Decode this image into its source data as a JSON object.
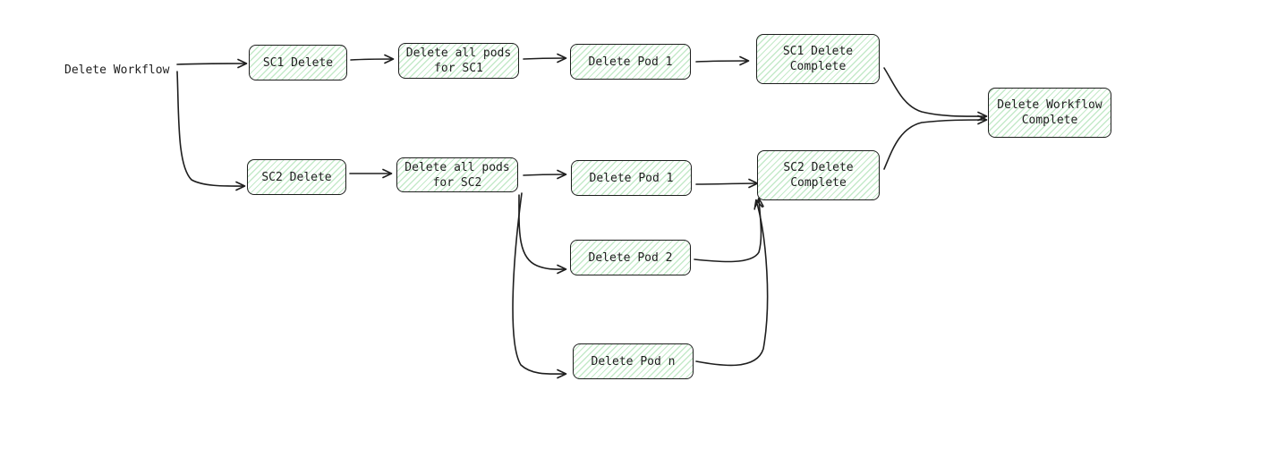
{
  "diagram": {
    "start_label": "Delete Workflow",
    "nodes": {
      "sc1_delete": "SC1 Delete",
      "sc1_delete_all_pods": "Delete all pods\nfor SC1",
      "sc1_delete_pod_1": "Delete Pod 1",
      "sc1_delete_complete": "SC1 Delete\nComplete",
      "sc2_delete": "SC2 Delete",
      "sc2_delete_all_pods": "Delete all pods\nfor SC2",
      "sc2_delete_pod_1": "Delete Pod 1",
      "sc2_delete_pod_2": "Delete Pod 2",
      "sc2_delete_pod_n": "Delete Pod n",
      "sc2_delete_complete": "SC2 Delete\nComplete",
      "workflow_complete": "Delete Workflow\nComplete"
    },
    "edges": [
      {
        "from": "start_label",
        "to": "sc1_delete"
      },
      {
        "from": "start_label",
        "to": "sc2_delete"
      },
      {
        "from": "sc1_delete",
        "to": "sc1_delete_all_pods"
      },
      {
        "from": "sc1_delete_all_pods",
        "to": "sc1_delete_pod_1"
      },
      {
        "from": "sc1_delete_pod_1",
        "to": "sc1_delete_complete"
      },
      {
        "from": "sc1_delete_complete",
        "to": "workflow_complete"
      },
      {
        "from": "sc2_delete",
        "to": "sc2_delete_all_pods"
      },
      {
        "from": "sc2_delete_all_pods",
        "to": "sc2_delete_pod_1"
      },
      {
        "from": "sc2_delete_all_pods",
        "to": "sc2_delete_pod_2"
      },
      {
        "from": "sc2_delete_all_pods",
        "to": "sc2_delete_pod_n"
      },
      {
        "from": "sc2_delete_pod_1",
        "to": "sc2_delete_complete"
      },
      {
        "from": "sc2_delete_pod_2",
        "to": "sc2_delete_complete"
      },
      {
        "from": "sc2_delete_pod_n",
        "to": "sc2_delete_complete"
      },
      {
        "from": "sc2_delete_complete",
        "to": "workflow_complete"
      }
    ],
    "colors": {
      "stroke": "#1e1e1e",
      "hatch_fill": "#c4eac9",
      "background": "#ffffff"
    }
  }
}
